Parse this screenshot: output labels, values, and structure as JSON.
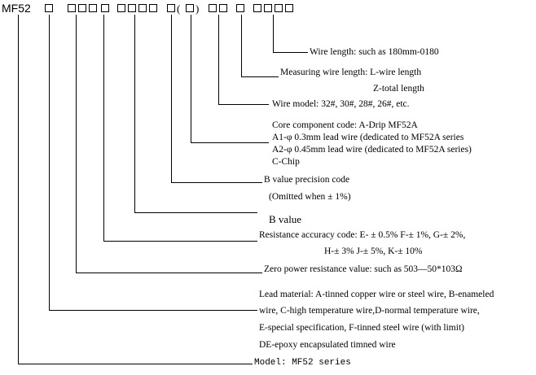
{
  "header": {
    "model_prefix": "MF52",
    "paren_open": "(",
    "paren_close": ")"
  },
  "descriptions": {
    "wire_length": "Wire length: such as 180mm-0180",
    "measuring_length_1": "Measuring wire length: L-wire length",
    "measuring_length_2": "Z-total length",
    "wire_model": "Wire model: 32#, 30#, 28#, 26#, etc.",
    "core_1": "Core component code: A-Drip MF52A",
    "core_2": "A1-φ 0.3mm lead wire (dedicated to MF52A series",
    "core_3": "A2-φ 0.45mm lead wire (dedicated to MF52A series)",
    "core_4": "C-Chip",
    "b_precision_1": "B value precision code",
    "b_precision_2": "(Omitted when  ± 1%)",
    "b_value": "B value",
    "resistance_acc_1": "Resistance accuracy code: E- ± 0.5% F-± 1%, G-± 2%,",
    "resistance_acc_2": "H-± 3% J-± 5%, K-± 10%",
    "zero_power": "Zero power resistance value: such as 503—50*103Ω",
    "lead_1": "Lead material: A-tinned copper wire or steel wire, B-enameled",
    "lead_2": "wire,  C-high  temperature  wire,D-normal  temperature  wire,",
    "lead_3": "E-special specification, F-tinned steel wire (with limit)",
    "lead_4": "DE-epoxy encapsulated timned wire",
    "model": "Model: MF52 series"
  }
}
